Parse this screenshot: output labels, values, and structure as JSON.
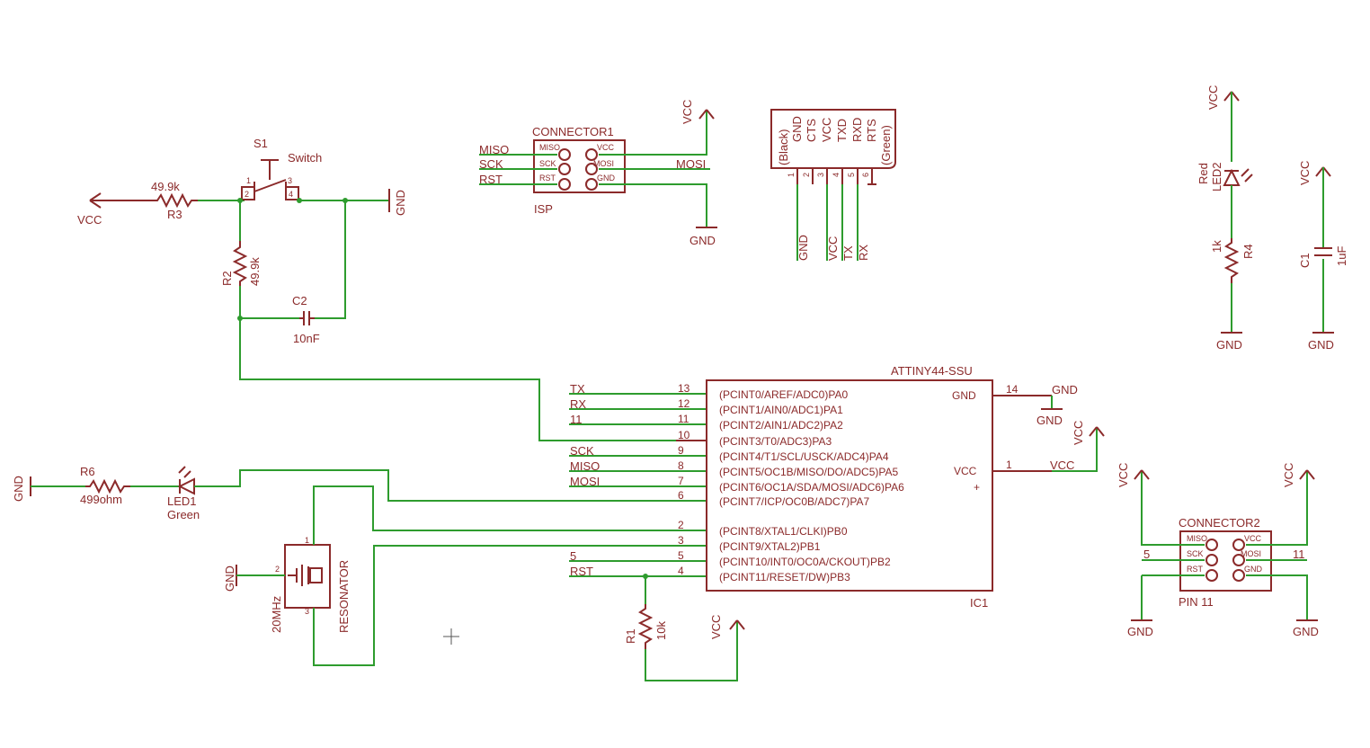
{
  "colors": {
    "wire": "#2e9c2e",
    "symbol": "#8b2a2a",
    "background": "#ffffff"
  },
  "r3": {
    "name": "R3",
    "value": "49.9k"
  },
  "r2": {
    "name": "R2",
    "value": "49.9k"
  },
  "r1": {
    "name": "R1",
    "value": "10k"
  },
  "r4": {
    "name": "R4",
    "value": "1k"
  },
  "r6": {
    "name": "R6",
    "value": "499ohm"
  },
  "s1": {
    "name": "S1",
    "value": "Switch",
    "pins": [
      "1",
      "2",
      "3",
      "4"
    ]
  },
  "c2": {
    "name": "C2",
    "value": "10nF"
  },
  "c1": {
    "name": "C1",
    "value": "1uF"
  },
  "led1": {
    "name": "LED1",
    "value": "Green"
  },
  "led2": {
    "name": "LED2",
    "value": "Red"
  },
  "resonator": {
    "name": "RESONATOR",
    "value": "20MHz",
    "pins": [
      "1",
      "2",
      "3"
    ]
  },
  "connector1": {
    "name": "CONNECTOR1",
    "value": "ISP",
    "left_pins": [
      "MISO",
      "SCK",
      "RST"
    ],
    "right_pins": [
      "VCC",
      "MOSI",
      "GND"
    ],
    "left_nets": [
      "MISO",
      "SCK",
      "RST"
    ],
    "right_net": "MOSI"
  },
  "connector2": {
    "name": "CONNECTOR2",
    "value": "PIN 11",
    "left_pins": [
      "MISO",
      "SCK",
      "RST"
    ],
    "right_pins": [
      "VCC",
      "MOSI",
      "GND"
    ],
    "left_net": "5",
    "right_net": "11"
  },
  "ftdi": {
    "pins": [
      "GND",
      "CTS",
      "VCC",
      "TXD",
      "RXD",
      "RTS"
    ],
    "color_top": "(Black)",
    "color_bottom": "(Green)",
    "pin_numbers": [
      "1",
      "2",
      "3",
      "4",
      "5",
      "6"
    ],
    "nets": [
      "GND",
      "VCC",
      "TX",
      "RX"
    ]
  },
  "ic1": {
    "part": "ATTINY44-SSU",
    "name": "IC1",
    "pins": [
      {
        "num": "13",
        "label": "(PCINT0/AREF/ADC0)PA0",
        "net": "TX"
      },
      {
        "num": "12",
        "label": "(PCINT1/AIN0/ADC1)PA1",
        "net": "RX"
      },
      {
        "num": "11",
        "label": "(PCINT2/AIN1/ADC2)PA2",
        "net": "11"
      },
      {
        "num": "10",
        "label": "(PCINT3/T0/ADC3)PA3",
        "net": ""
      },
      {
        "num": "9",
        "label": "(PCINT4/T1/SCL/USCK/ADC4)PA4",
        "net": "SCK"
      },
      {
        "num": "8",
        "label": "(PCINT5/OC1B/MISO/DO/ADC5)PA5",
        "net": "MISO"
      },
      {
        "num": "7",
        "label": "(PCINT6/OC1A/SDA/MOSI/ADC6)PA6",
        "net": "MOSI"
      },
      {
        "num": "6",
        "label": "(PCINT7/ICP/OC0B/ADC7)PA7",
        "net": ""
      },
      {
        "num": "2",
        "label": "(PCINT8/XTAL1/CLKI)PB0",
        "net": ""
      },
      {
        "num": "3",
        "label": "(PCINT9/XTAL2)PB1",
        "net": ""
      },
      {
        "num": "5",
        "label": "(PCINT10/INT0/OC0A/CKOUT)PB2",
        "net": "5"
      },
      {
        "num": "4",
        "label": "(PCINT11/RESET/DW)PB3",
        "net": "RST"
      }
    ],
    "power": [
      {
        "num": "14",
        "label": "GND",
        "net": "GND"
      },
      {
        "num": "1",
        "label": "VCC",
        "net": "VCC"
      }
    ],
    "plus": "+"
  },
  "supplies": {
    "vcc": "VCC",
    "gnd": "GND"
  }
}
